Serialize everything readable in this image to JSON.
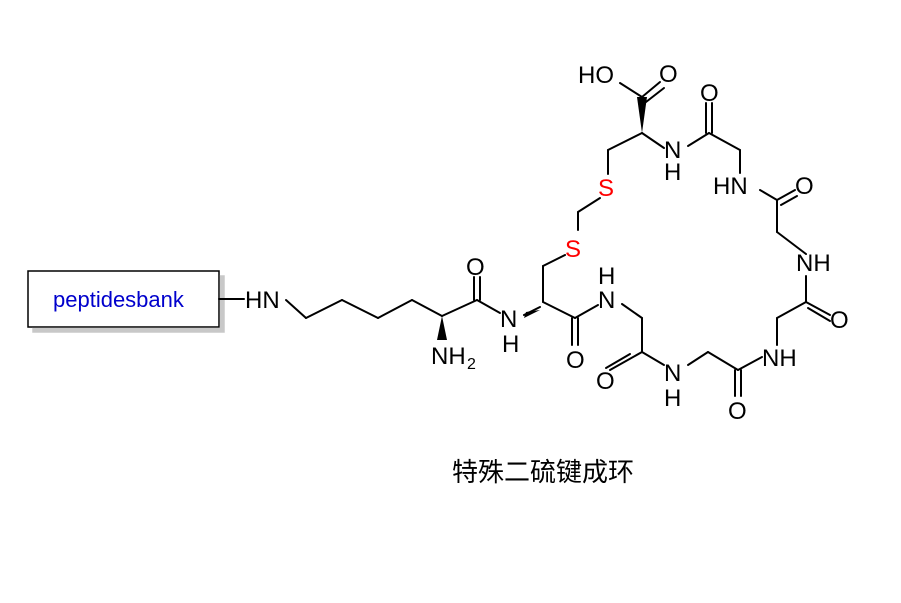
{
  "label_box": {
    "text": "peptidesbank"
  },
  "atoms": {
    "hn_left": "HN",
    "nh2_n": "NH",
    "nh2_sub": "2",
    "o_lys": "O",
    "nh_amide1_n": "N",
    "nh_amide1_h": "H",
    "s1": "S",
    "s2": "S",
    "o_cys1": "O",
    "nh_gly1_h": "H",
    "nh_gly1_n": "N",
    "o_gly1": "O",
    "nh_gly2_n": "N",
    "nh_gly2_h": "H",
    "o_gly2": "O",
    "nh_gly3": "NH",
    "o_gly3": "O",
    "nh_gly4": "NH",
    "o_gly4": "O",
    "hn_gly5": "HN",
    "o_gly5": "O",
    "nh_cys2_n": "N",
    "nh_cys2_h": "H",
    "ho": "HO",
    "o_acid": "O"
  },
  "caption": "特殊二硫键成环"
}
